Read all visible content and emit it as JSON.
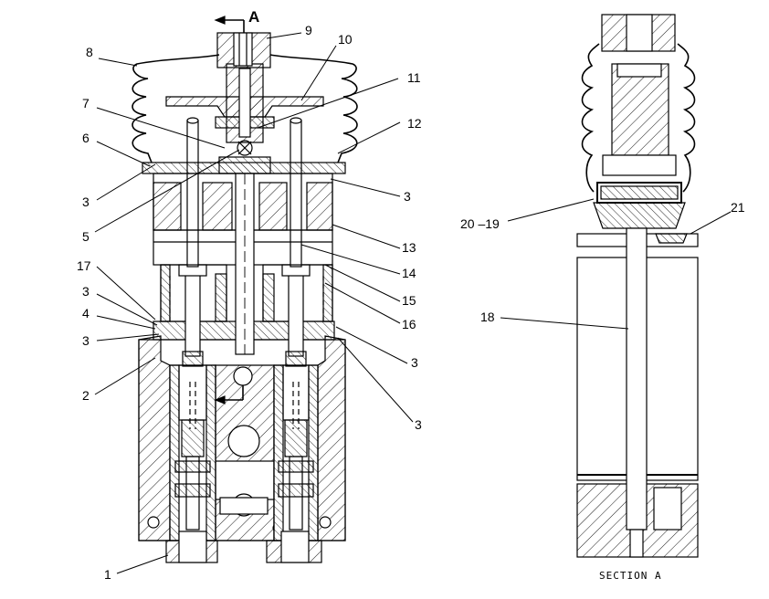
{
  "colors": {
    "line": "#000000",
    "background": "#ffffff",
    "hatch": "#000000"
  },
  "section_marker": {
    "letter": "A"
  },
  "left_view": {
    "callouts": [
      {
        "id": "c1",
        "text": "1"
      },
      {
        "id": "c2",
        "text": "2"
      },
      {
        "id": "c3a",
        "text": "3"
      },
      {
        "id": "c3b",
        "text": "3"
      },
      {
        "id": "c3c",
        "text": "3"
      },
      {
        "id": "c3d",
        "text": "3"
      },
      {
        "id": "c3e",
        "text": "3"
      },
      {
        "id": "c3f",
        "text": "3"
      },
      {
        "id": "c4",
        "text": "4"
      },
      {
        "id": "c5",
        "text": "5"
      },
      {
        "id": "c6",
        "text": "6"
      },
      {
        "id": "c7",
        "text": "7"
      },
      {
        "id": "c8",
        "text": "8"
      },
      {
        "id": "c9",
        "text": "9"
      },
      {
        "id": "c10",
        "text": "10"
      },
      {
        "id": "c11",
        "text": "11"
      },
      {
        "id": "c12",
        "text": "12"
      },
      {
        "id": "c13",
        "text": "13"
      },
      {
        "id": "c14",
        "text": "14"
      },
      {
        "id": "c15",
        "text": "15"
      },
      {
        "id": "c16",
        "text": "16"
      },
      {
        "id": "c17",
        "text": "17"
      }
    ]
  },
  "right_view": {
    "title": "SECTION A",
    "callouts": [
      {
        "id": "r18",
        "text": "18"
      },
      {
        "id": "r2019",
        "text": "20 –19"
      },
      {
        "id": "r21",
        "text": "21"
      }
    ]
  }
}
